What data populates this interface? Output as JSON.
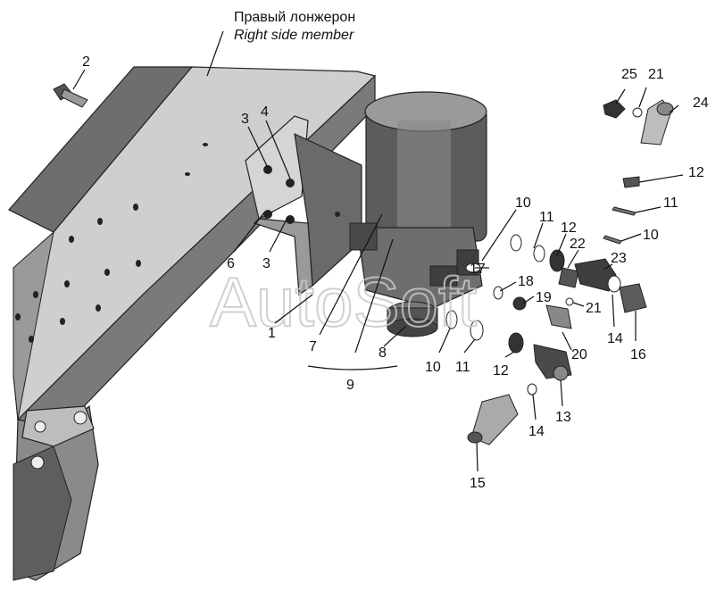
{
  "title": {
    "ru": "Правый лонжерон",
    "en": "Right side member"
  },
  "watermark": "AutoSoft",
  "labels": {
    "l1": "1",
    "l2": "2",
    "l3a": "3",
    "l3b": "3",
    "l4": "4",
    "l6": "6",
    "l7": "7",
    "l8": "8",
    "l9": "9",
    "l10a": "10",
    "l10b": "10",
    "l10c": "10",
    "l11a": "11",
    "l11b": "11",
    "l11c": "11",
    "l12a": "12",
    "l12b": "12",
    "l12c": "12",
    "l13": "13",
    "l14a": "14",
    "l14b": "14",
    "l15": "15",
    "l16": "16",
    "l17": "17",
    "l18": "18",
    "l19": "19",
    "l20": "20",
    "l21a": "21",
    "l21b": "21",
    "l22": "22",
    "l23": "23",
    "l24": "24",
    "l25": "25"
  }
}
